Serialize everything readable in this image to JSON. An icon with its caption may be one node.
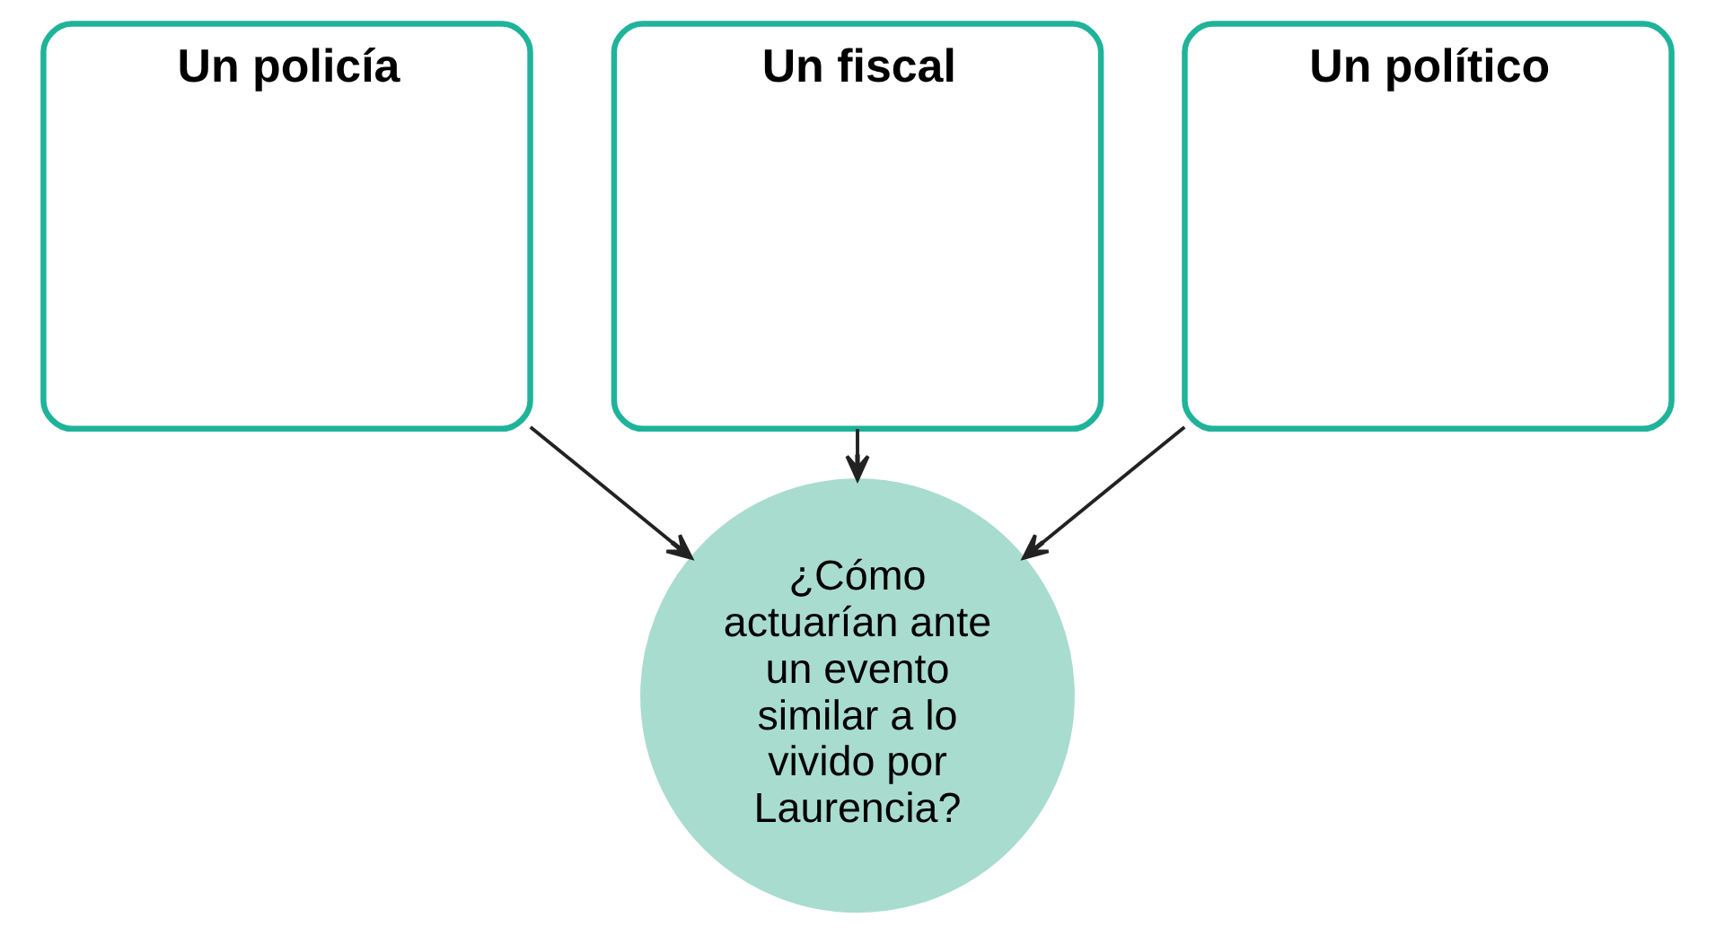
{
  "diagram": {
    "nodes": [
      {
        "text": [
          "Un policía"
        ]
      },
      {
        "text": [
          "Un fiscal"
        ]
      },
      {
        "text": [
          "Un político"
        ]
      },
      {
        "text": [
          "¿Cómo actuarían ante un evento similar a lo vivido por Laurencia?"
        ]
      }
    ],
    "edges": [
      {
        "from": 0,
        "to": 3,
        "arrow": "to"
      },
      {
        "from": 1,
        "to": 3,
        "arrow": "to"
      },
      {
        "from": 2,
        "to": 3,
        "arrow": "to"
      }
    ]
  }
}
